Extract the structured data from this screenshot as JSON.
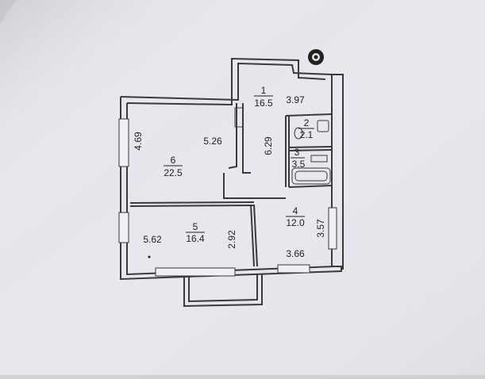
{
  "rooms": [
    {
      "id": "1",
      "number": "1",
      "area": "16.5"
    },
    {
      "id": "2",
      "number": "2",
      "area": "2.1"
    },
    {
      "id": "3",
      "number": "3",
      "area": "3.5"
    },
    {
      "id": "4",
      "number": "4",
      "area": "12.0"
    },
    {
      "id": "5",
      "number": "5",
      "area": "16.4"
    },
    {
      "id": "6",
      "number": "6",
      "area": "22.5"
    }
  ],
  "dimensions": {
    "room1_width": "3.97",
    "room1_length": "6.29",
    "room6_width": "5.26",
    "room6_depth": "4.69",
    "room5_width": "5.62",
    "room5_depth": "2.92",
    "room4_width": "3.66",
    "room4_depth": "3.57"
  },
  "colors": {
    "paper": "#e9e9ef",
    "wall": "#3a3a3a",
    "background": "#cfcfd4"
  }
}
